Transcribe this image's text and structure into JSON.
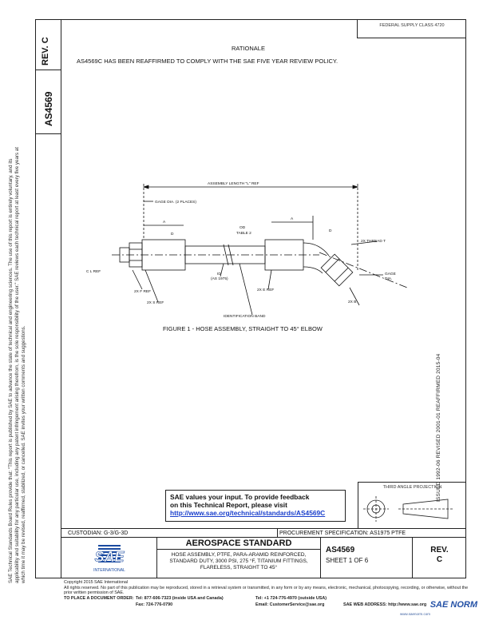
{
  "side": {
    "rev_label": "REV.",
    "rev_value": "C",
    "doc_number": "AS4569",
    "legal_text": "SAE Technical Standards Board Rules provide that: \"This report is published by SAE to advance the state of technical and engineering sciences. The use of this report is entirely voluntary, and its applicability and suitability for any particular use, including any patent infringement arising therefrom, is the sole responsibility of the user.\" SAE reviews each technical report at least every five years at which time it may be revised, reaffirmed, stabilized, or cancelled. SAE invites your written comments and suggestions.",
    "issue_history": "ISSUED 1992-06    REVISED 2001-01    REAFFIRMED 2015-04"
  },
  "header": {
    "fed_class": "FEDERAL SUPPLY CLASS 4720"
  },
  "rationale": {
    "heading": "RATIONALE",
    "text": "AS4569C HAS BEEN REAFFIRMED TO COMPLY WITH THE SAE FIVE YEAR REVIEW POLICY."
  },
  "drawing": {
    "assembly_length": "ASSEMBLY LENGTH \"L\" REF",
    "gage_dia": "GAGE DIA. (2 PLACES)",
    "a1": "A",
    "a2": "A",
    "d1": "D",
    "d2": "D",
    "od_table": "OD",
    "table2": "TABLE 2",
    "thread": "2X THREAD T",
    "gage_dia_r": "GAGE",
    "gage_dia_r2": "DIA.",
    "cl": "C L REF",
    "id": "ID",
    "as1975": "(AS 1975)",
    "e_ref": "2X E REF",
    "f_ref": "2X F REF",
    "b_ref": "2X B",
    "s_ref": "2X S REF",
    "ident_band": "IDENTIFICATION BAND",
    "caption": "FIGURE 1 - HOSE ASSEMBLY, STRAIGHT TO 45° ELBOW"
  },
  "feedback": {
    "line1": "SAE values your input. To provide feedback",
    "line2": "on this Technical Report, please visit",
    "url": "http://www.sae.org/technical/standards/AS4569C"
  },
  "third_angle": "THIRD ANGLE PROJECTION",
  "custodian": "CUSTODIAN: G-3/G-3D",
  "procurement": "PROCUREMENT SPECIFICATION: AS1975 PTFE",
  "title_block": {
    "logo_text": "SAE",
    "logo_sub": "INTERNATIONAL",
    "heading": "AEROSPACE STANDARD",
    "title": "HOSE ASSEMBLY, PTFE, PARA-ARAMID REINFORCED, STANDARD DUTY, 3000 PSI, 275 °F, TITANIUM FITTINGS, FLARELESS, STRAIGHT TO 45°",
    "number": "AS4569",
    "sheet": "SHEET 1 OF 6",
    "rev_label": "REV.",
    "rev_value": "C"
  },
  "footer": {
    "copyright": "Copyright 2015 SAE International",
    "rights": "All rights reserved. No part of this publication may be reproduced, stored in a retrieval system or transmitted, in any form or by any means, electronic, mechanical, photocopying, recording, or otherwise, without the prior written permission of SAE.",
    "order_label": "TO PLACE A DOCUMENT ORDER:",
    "tel1": "Tel: 877-606-7323 (inside USA and Canada)",
    "tel2": "Tel: +1 724-776-4970 (outside USA)",
    "fax": "Fax: 724-776-0790",
    "email": "Email: CustomerService@sae.org",
    "web": "SAE WEB ADDRESS: http://www.sae.org"
  },
  "watermark": {
    "text": "SAE NORM",
    "sub": "www.saenorm.com"
  }
}
